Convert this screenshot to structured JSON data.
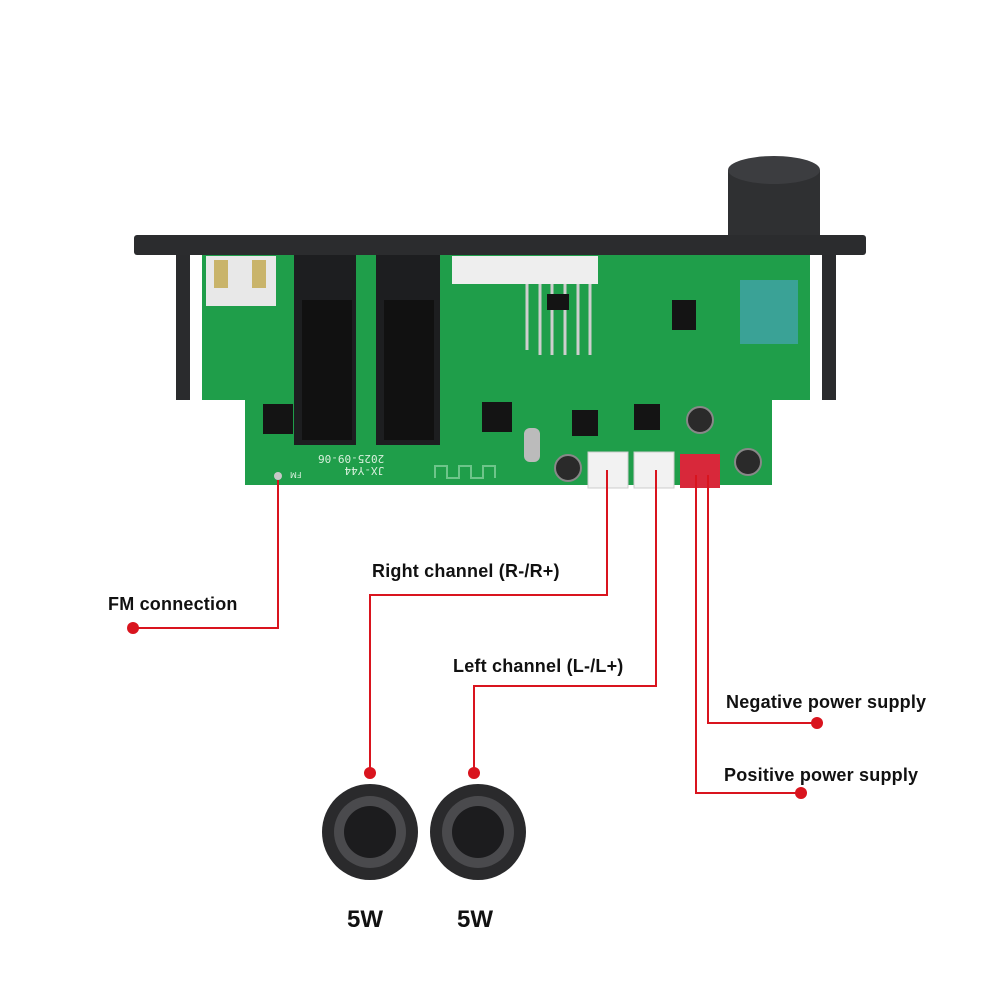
{
  "labels": {
    "fm": "FM connection",
    "right_channel": "Right channel (R-/R+)",
    "left_channel": "Left channel (L-/L+)",
    "negative_power": "Negative power supply",
    "positive_power": "Positive power supply"
  },
  "speakers": [
    {
      "power": "5W"
    },
    {
      "power": "5W"
    }
  ],
  "board_silkscreen": {
    "model": "JX-Y44",
    "date": "2025-09-06",
    "fm_mark": "FM"
  },
  "colors": {
    "callout": "#d9141e",
    "pcb": "#1f9e4a",
    "bezel": "#2b2c2e",
    "power_connector": "#d8283a"
  }
}
